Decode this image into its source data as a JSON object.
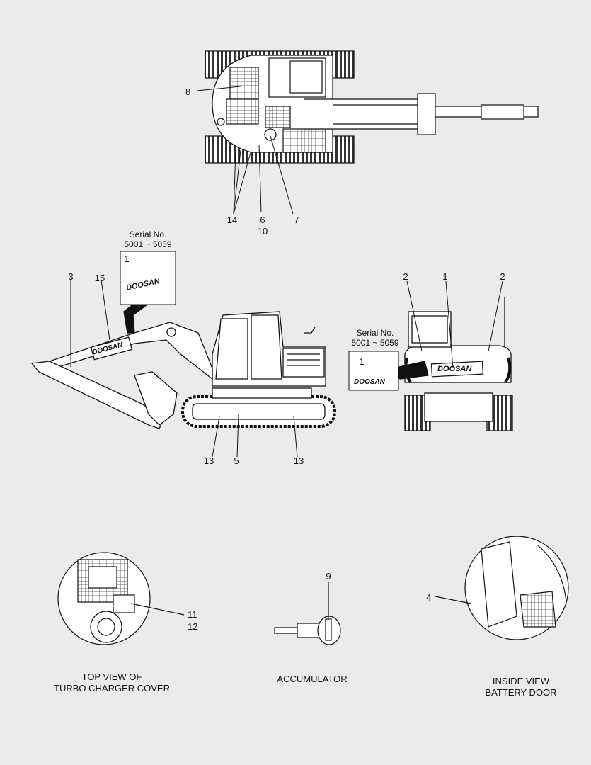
{
  "callouts": {
    "n1a": "1",
    "n1b": "1",
    "n1c": "1",
    "n2a": "2",
    "n2b": "2",
    "n3": "3",
    "n4": "4",
    "n5": "5",
    "n6": "6",
    "n7": "7",
    "n8": "8",
    "n9": "9",
    "n10": "10",
    "n11": "11",
    "n12": "12",
    "n13a": "13",
    "n13b": "13",
    "n14": "14",
    "n15": "15"
  },
  "serial_boxes": {
    "side": {
      "line1": "Serial No.",
      "line2": "5001 ~ 5059"
    },
    "rear": {
      "line1": "Serial No.",
      "line2": "5001 ~ 5059"
    }
  },
  "decal_text": "DOOSAN",
  "captions": {
    "turbo": {
      "line1": "TOP VIEW OF",
      "line2": "TURBO CHARGER COVER"
    },
    "accumulator": {
      "line1": "ACCUMULATOR"
    },
    "battery": {
      "line1": "INSIDE VIEW",
      "line2": "BATTERY DOOR"
    }
  },
  "colors": {
    "background": "#ebebeb",
    "line": "#111111"
  }
}
